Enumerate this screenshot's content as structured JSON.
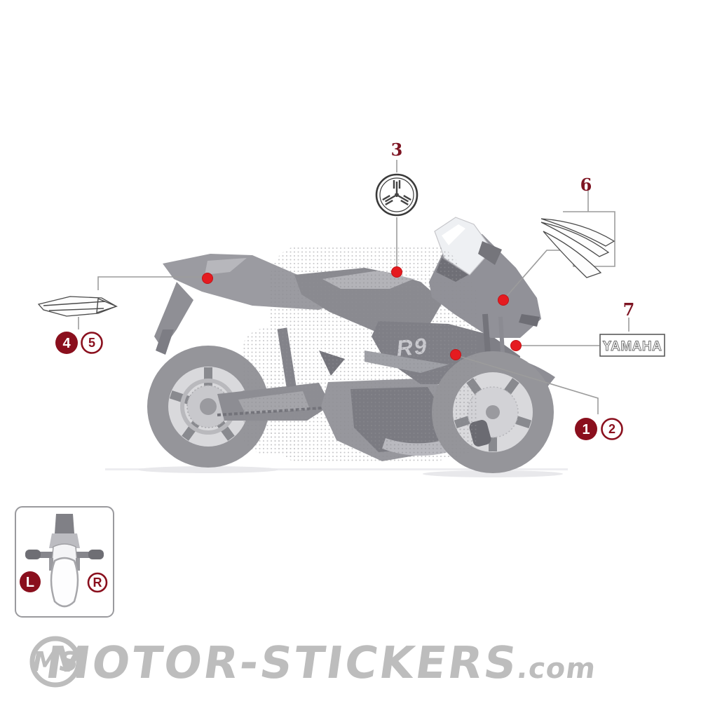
{
  "diagram": {
    "callout_labels": {
      "item3": "3",
      "item6": "6",
      "item7": "7"
    },
    "badges": {
      "item1": "1",
      "item2": "2",
      "item4": "4",
      "item5": "5"
    },
    "stickers": {
      "yamaha_wordmark": "YAMAHA",
      "model_badge": "R9"
    },
    "inset": {
      "left": "L",
      "right": "R"
    }
  },
  "watermark": {
    "monogram": "MS",
    "brand": "MOTOR-STICKERS",
    "tld": ".com"
  },
  "colors": {
    "marker_red": "#e51b20",
    "callout_red": "#7d1422",
    "badge_fill": "#8a0f1d",
    "line_gray": "#9c9c9c",
    "watermark_gray": "#bdbdbd"
  }
}
